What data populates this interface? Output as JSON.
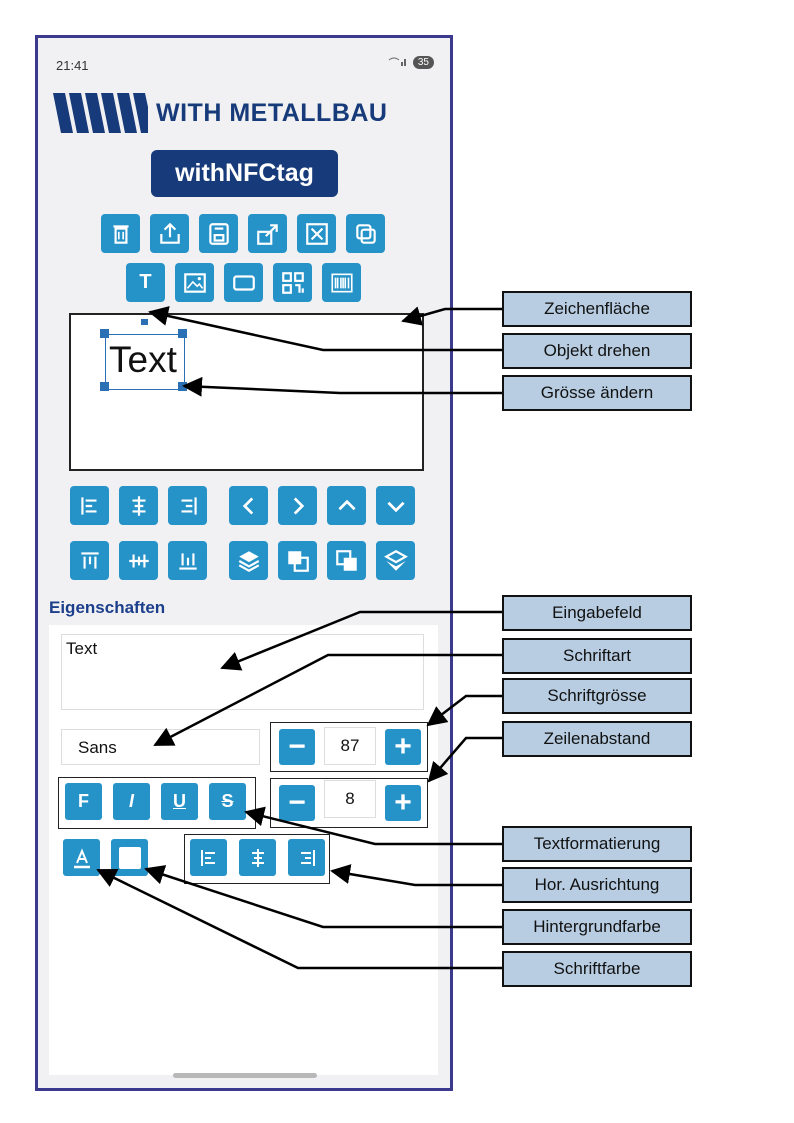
{
  "status_bar": {
    "time": "21:41",
    "battery": "35"
  },
  "brand": {
    "logo_text": "WITH METALLBAU",
    "app_name": "withNFCtag"
  },
  "toolbar_row1": [
    {
      "icon": "trash-icon"
    },
    {
      "icon": "share-icon"
    },
    {
      "icon": "save-icon"
    },
    {
      "icon": "edit-external-icon"
    },
    {
      "icon": "close-box-icon"
    },
    {
      "icon": "duplicate-icon"
    }
  ],
  "toolbar_row2": [
    {
      "icon": "text-tool-icon",
      "label": "T"
    },
    {
      "icon": "image-icon"
    },
    {
      "icon": "rectangle-icon"
    },
    {
      "icon": "qrcode-icon"
    },
    {
      "icon": "barcode-icon"
    }
  ],
  "canvas": {
    "object_text": "Text"
  },
  "properties": {
    "title": "Eigenschaften",
    "text_value": "Text",
    "font_value": "Sans",
    "font_size": "87",
    "line_spacing": "8",
    "format_buttons": [
      "F",
      "I",
      "U",
      "S"
    ]
  },
  "callouts": [
    "Zeichenfläche",
    "Objekt drehen",
    "Grösse ändern",
    "Eingabefeld",
    "Schriftart",
    "Schriftgrösse",
    "Zeilenabstand",
    "Textformatierung",
    "Hor. Ausrichtung",
    "Hintergrundfarbe",
    "Schriftfarbe"
  ],
  "colors": {
    "accent": "#2592c8",
    "brand": "#173a7a",
    "frame": "#3c3a8c",
    "callout_bg": "#b8cde2"
  }
}
